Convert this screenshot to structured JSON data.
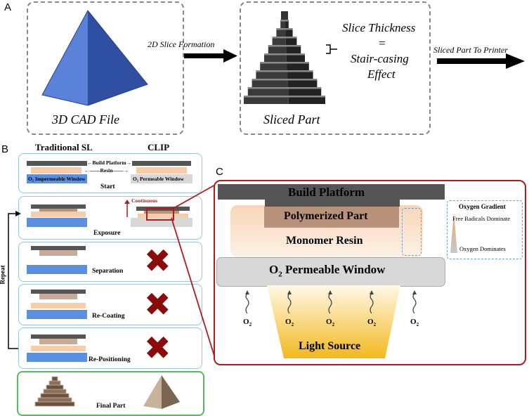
{
  "panel_a": {
    "letter": "A",
    "cad_label": "3D CAD File",
    "arrow1_label": "2D Slice Formation",
    "sliced_label": "Sliced Part",
    "slice_thickness": "Slice Thickness",
    "equals": "=",
    "stair_casing": "Stair-casing",
    "effect": "Effect",
    "arrow2_label": "Sliced Part To Printer"
  },
  "panel_b": {
    "letter": "B",
    "col_traditional": "Traditional SL",
    "col_clip": "CLIP",
    "build_platform": "Build Platform",
    "resin": "Resin",
    "o2_impermeable": "O₂ Impermeable Window",
    "o2_permeable": "O₂ Permeable Window",
    "continuous": "Continuous",
    "repeat": "Repeat",
    "steps": [
      "Start",
      "Exposure",
      "Separation",
      "Re-Coating",
      "Re-Positioning"
    ],
    "final_part": "Final Part"
  },
  "panel_c": {
    "letter": "C",
    "build_platform": "Build Platform",
    "polymerized_part": "Polymerized Part",
    "monomer_resin": "Monomer Resin",
    "window_prefix": "O",
    "window_sub": "2",
    "window_suffix": " Permeable Window",
    "o2_label": "O",
    "o2_sub": "2",
    "light_source": "Light Source",
    "gradient_title": "Oxygen Gradient",
    "gradient_top": "Free Radicals Dominate",
    "gradient_bottom": "Oxygen Dominates"
  },
  "colors": {
    "pyramid_blue": "#4a6fc4",
    "dark_gray": "#555555",
    "window_blue": "#5b8fe0",
    "resin_peach": "#f7cda8",
    "part_brown": "#b8927a",
    "accent_red": "#b01c1c",
    "frame_green": "#5cb85c"
  }
}
